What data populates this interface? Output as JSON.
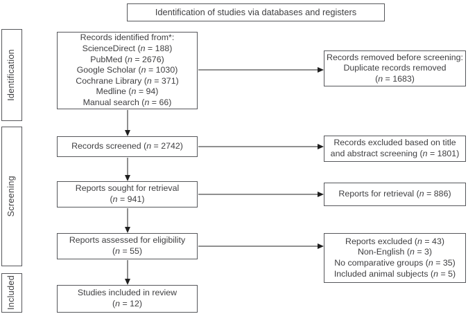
{
  "colors": {
    "border": "#55565a",
    "text": "#3e3e40",
    "line": "#8f8f8f",
    "arrowhead": "#1f1f1f"
  },
  "title": {
    "label": "Identification of studies via databases and registers"
  },
  "sidebar": [
    {
      "label": "Identification"
    },
    {
      "label": "Screening"
    },
    {
      "label": "Included"
    }
  ],
  "flow": {
    "left": [
      {
        "name": "records-identified",
        "lines": [
          "Records identified from*:",
          "ScienceDirect (n = 188)",
          "PubMed (n = 2676)",
          "Google Scholar (n = 1030)",
          "Cochrane Library (n = 371)",
          "Medline (n = 94)",
          "Manual search (n = 66)"
        ]
      },
      {
        "name": "records-screened",
        "lines": [
          "Records screened (n = 2742)"
        ]
      },
      {
        "name": "reports-sought",
        "lines": [
          "Reports sought for retrieval",
          "(n = 941)"
        ]
      },
      {
        "name": "reports-assessed",
        "lines": [
          "Reports assessed for eligibility",
          "(n = 55)"
        ]
      },
      {
        "name": "studies-included",
        "lines": [
          "Studies included in review",
          "(n = 12)"
        ]
      }
    ],
    "right": [
      {
        "name": "records-removed",
        "lines": [
          "Records removed before screening:",
          "Duplicate records removed",
          "(n = 1683)"
        ]
      },
      {
        "name": "records-excluded",
        "lines": [
          "Records excluded based on title",
          "and abstract screening (n = 1801)"
        ]
      },
      {
        "name": "reports-for-retrieval",
        "lines": [
          "Reports for retrieval (n = 886)"
        ]
      },
      {
        "name": "reports-excluded",
        "lines": [
          "Reports excluded (n = 43)",
          "Non-English (n = 3)",
          "No comparative groups (n = 35)",
          "Included animal subjects (n = 5)"
        ]
      }
    ]
  }
}
